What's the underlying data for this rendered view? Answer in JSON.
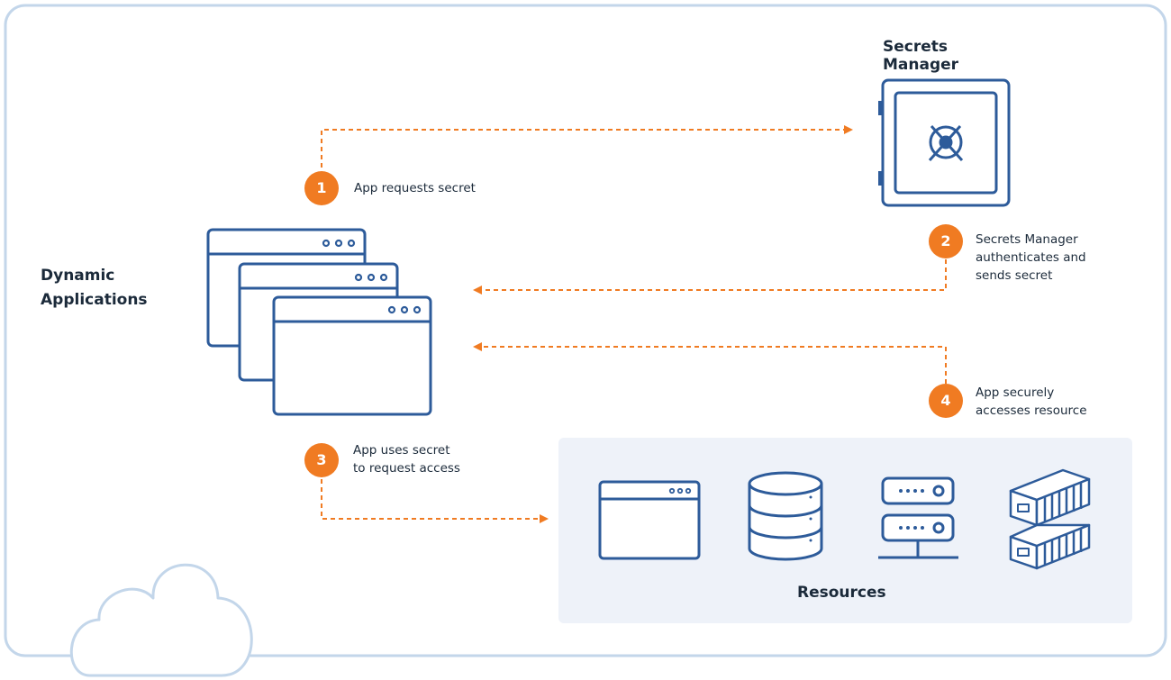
{
  "secrets_manager": {
    "title": "Secrets Manager"
  },
  "dynamic_apps": {
    "title": "Dynamic\nApplications"
  },
  "resources": {
    "title": "Resources"
  },
  "steps": [
    {
      "number": "1",
      "text": "App requests secret"
    },
    {
      "number": "2",
      "text": "Secrets Manager\nauthenticates and\nsends secret"
    },
    {
      "number": "3",
      "text": "App uses secret\nto request access"
    },
    {
      "number": "4",
      "text": "App securely\naccesses resource"
    }
  ],
  "colors": {
    "frame": "#c3d6ea",
    "icon_stroke": "#2d5b9a",
    "accent": "#f07b22",
    "resource_panel": "#eef2f9",
    "text": "#1b2a3a"
  },
  "icons": [
    "cloud-icon",
    "vault-icon",
    "browser-window-icon",
    "database-icon",
    "server-icon",
    "container-icon"
  ]
}
